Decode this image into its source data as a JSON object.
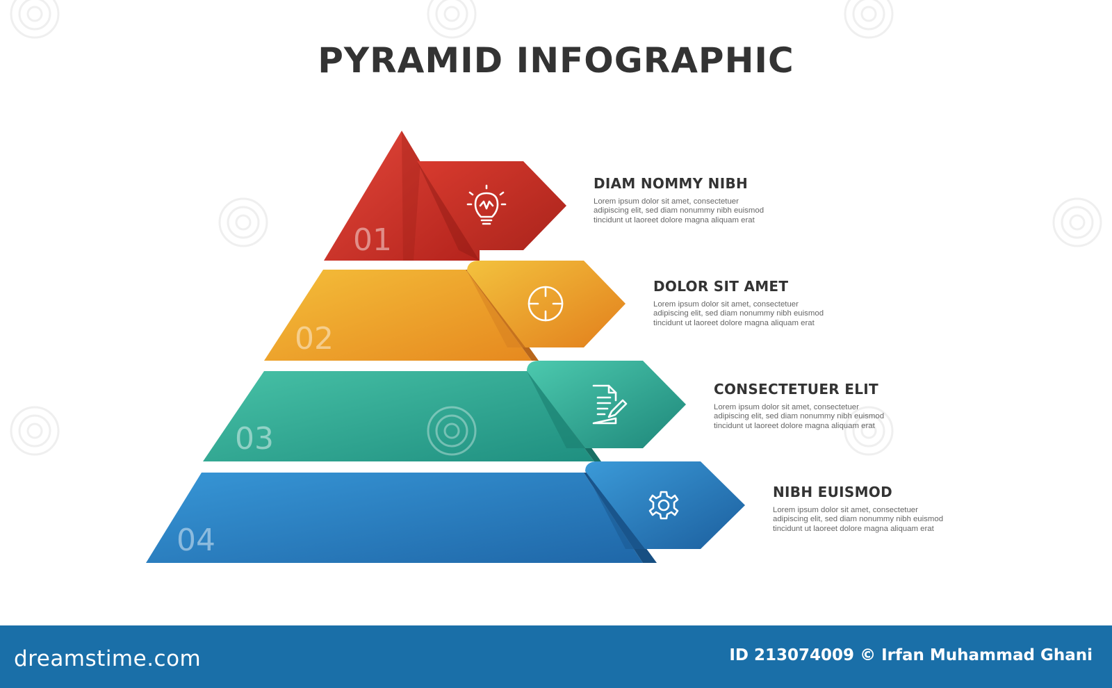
{
  "title": "PYRAMID INFOGRAPHIC",
  "levels": [
    {
      "number": "01",
      "heading": "DIAM NOMMY NIBH",
      "body": "Lorem ipsum dolor sit amet, consectetuer adipiscing elit, sed diam nonummy nibh euismod tincidunt ut laoreet dolore magna aliquam erat",
      "icon": "lightbulb-icon",
      "color": "#d8372c"
    },
    {
      "number": "02",
      "heading": "DOLOR SIT AMET",
      "body": "Lorem ipsum dolor sit amet, consectetuer adipiscing elit, sed diam nonummy nibh euismod tincidunt ut laoreet dolore magna aliquam erat",
      "icon": "target-icon",
      "color": "#f0a224"
    },
    {
      "number": "03",
      "heading": "CONSECTETUER ELIT",
      "body": "Lorem ipsum dolor sit amet, consectetuer adipiscing elit, sed diam nonummy nibh euismod tincidunt ut laoreet dolore magna aliquam erat",
      "icon": "document-edit-icon",
      "color": "#2fae98"
    },
    {
      "number": "04",
      "heading": "NIBH EUISMOD",
      "body": "Lorem ipsum dolor sit amet, consectetuer adipiscing elit, sed diam nonummy nibh euismod tincidunt ut laoreet dolore magna aliquam erat",
      "icon": "gear-icon",
      "color": "#2b83c6"
    }
  ],
  "footer": {
    "brand": "dreamstime.com",
    "credit": "ID 213074009 © Irfan Muhammad Ghani",
    "color": "#1a6fa8"
  }
}
